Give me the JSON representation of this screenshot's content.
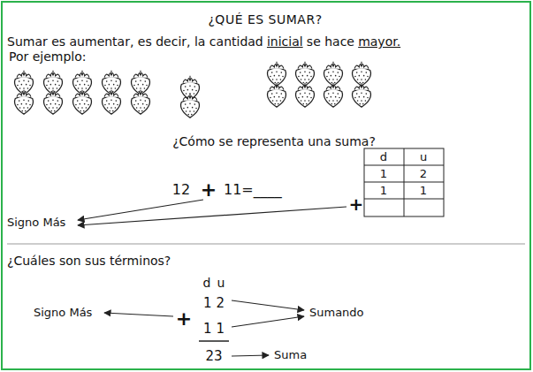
{
  "diagram": {
    "title": "¿QUÉ ES SUMAR?",
    "labels": [
      "Sumar es aumentar, es decir, la cantidad",
      "inicial",
      "se hace",
      "mayor.",
      "Por ejemplo:",
      "¿Cómo se representa una suma?",
      "12",
      "+",
      "11=____",
      "+",
      "d",
      "u",
      "1",
      "2",
      "1",
      "1",
      "Signo Más",
      "¿Cuáles son sus términos?",
      "d",
      "u",
      "Signo Más",
      "+",
      "1 2",
      "1 1",
      "23",
      "Sumando",
      "Suma"
    ]
  }
}
